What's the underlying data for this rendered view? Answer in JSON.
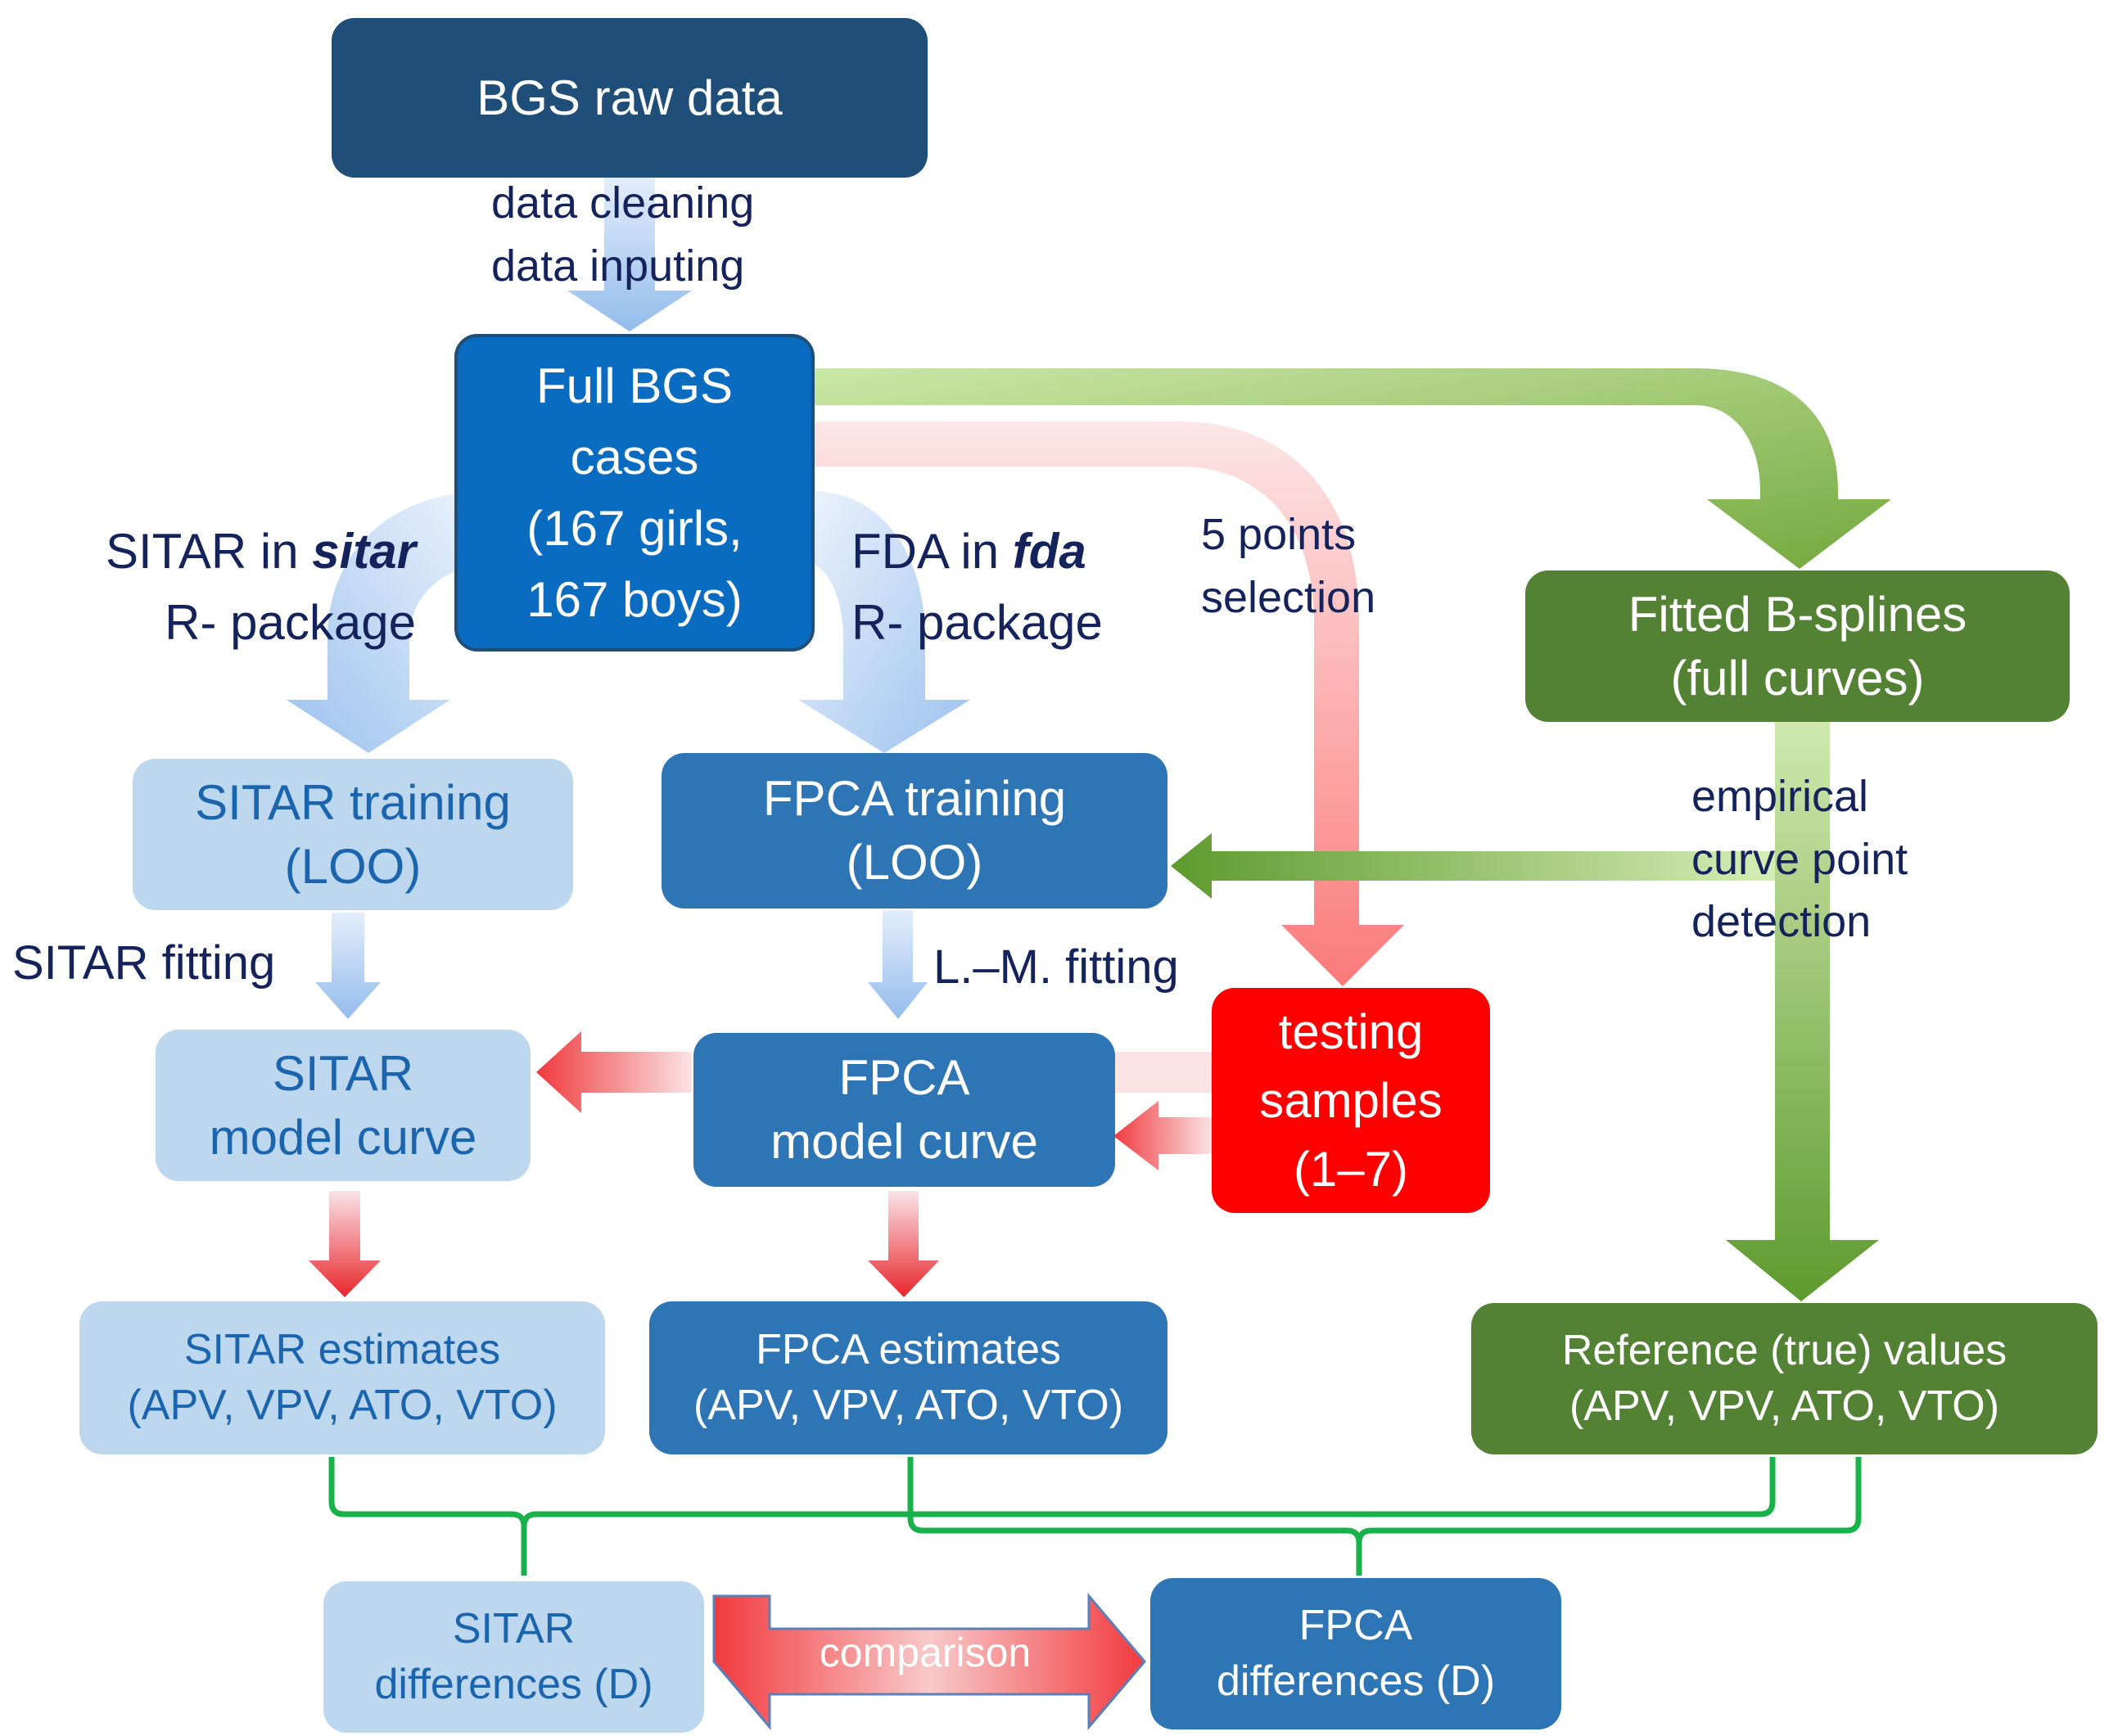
{
  "boxes": {
    "raw": {
      "line1": "BGS raw data"
    },
    "full": {
      "line1": "Full BGS",
      "line2": "cases",
      "line3": "(167 girls,",
      "line4": "167 boys)"
    },
    "bspline": {
      "line1": "Fitted B-splines",
      "line2": "(full curves)"
    },
    "sitar_training": {
      "line1": "SITAR training",
      "line2": "(LOO)"
    },
    "fpca_training": {
      "line1": "FPCA training",
      "line2": "(LOO)"
    },
    "sitar_model": {
      "line1": "SITAR",
      "line2": "model curve"
    },
    "fpca_model": {
      "line1": "FPCA",
      "line2": "model curve"
    },
    "testing": {
      "line1": "testing",
      "line2": "samples",
      "line3": "(1–7)"
    },
    "sitar_est": {
      "line1": "SITAR estimates",
      "line2": "(APV, VPV, ATO, VTO)"
    },
    "fpca_est": {
      "line1": "FPCA estimates",
      "line2": "(APV, VPV, ATO, VTO)"
    },
    "reference": {
      "line1": "Reference (true) values",
      "line2": "(APV, VPV, ATO, VTO)"
    },
    "sitar_diff": {
      "line1": "SITAR",
      "line2": "differences (D)"
    },
    "fpca_diff": {
      "line1": "FPCA",
      "line2": "differences (D)"
    }
  },
  "labels": {
    "cleaning": {
      "line1": "data cleaning",
      "line2": "data inputing"
    },
    "sitar_pkg": {
      "prefix": "SITAR in ",
      "pkg": "sitar",
      "line2": "R- package"
    },
    "fda_pkg": {
      "prefix": "FDA in ",
      "pkg": "fda",
      "line2": "R- package"
    },
    "points": {
      "line1": "5 points",
      "line2": "selection"
    },
    "empirical": {
      "line1": "empirical",
      "line2": "curve point",
      "line3": "detection"
    },
    "sitar_fitting": "SITAR fitting",
    "lm_fitting": "L.–M. fitting",
    "comparison": "comparison"
  },
  "colors": {
    "dark_blue": "#1F4E79",
    "mid_blue": "#2E75B6",
    "light_blue": "#BDD7EE",
    "green": "#548235",
    "red": "#FF0000",
    "label_text": "#15235C"
  }
}
